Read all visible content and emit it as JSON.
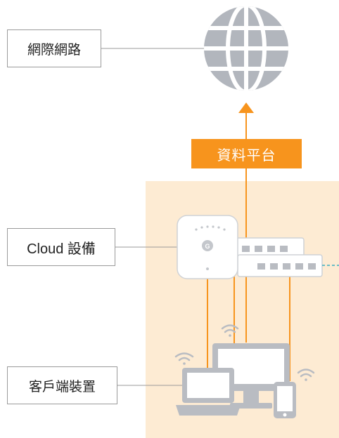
{
  "labels": {
    "internet": "網際網路",
    "cloud_device": "Cloud 設備",
    "client_device": "客戶端裝置"
  },
  "banner": {
    "text": "資料平台"
  },
  "colors": {
    "accent": "#f7941d",
    "panel": "#fdebd3",
    "device_gray": "#b9bcc2",
    "globe_gray": "#b2b6bd",
    "connector_line": "#9a9a9a",
    "dashed_link": "#3aaec2"
  },
  "icons": [
    "globe-icon",
    "access-point-icon",
    "switch-icon",
    "laptop-icon",
    "desktop-icon",
    "phone-icon",
    "wifi-icon"
  ]
}
